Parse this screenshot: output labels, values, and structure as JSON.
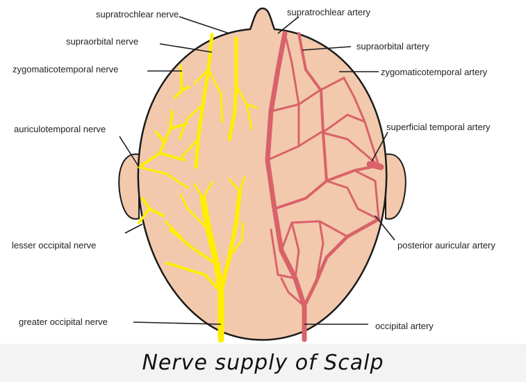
{
  "labels": {
    "supratrochlear_nerve": "supratrochlear nerve",
    "supraorbital_nerve": "supraorbital nerve",
    "zygomaticotemporal_nerve": "zygomaticotemporal nerve",
    "auriculotemporal_nerve": "auriculotemporal nerve",
    "lesser_occipital_nerve": "lesser occipital nerve",
    "greater_occipital_nerve": "greater occipital nerve",
    "supratrochlear_artery": "supratrochlear artery",
    "supraorbital_artery": "supraorbital artery",
    "zygomaticotemporal_artery": "zygomaticotemporal artery",
    "superficial_temporal_artery": "superficial temporal artery",
    "posterior_auricular_artery": "posterior auricular artery",
    "occipital_artery": "occipital artery"
  },
  "caption": "Nerve supply of Scalp",
  "colors": {
    "skin": "#f2c9ad",
    "nerve": "#ffee00",
    "artery": "#d9626a",
    "outline": "#1a1a1a"
  }
}
